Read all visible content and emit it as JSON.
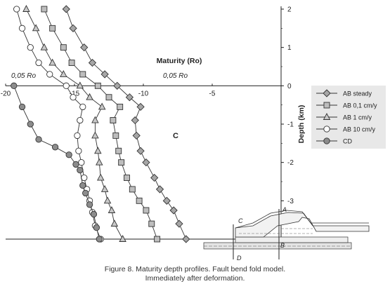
{
  "chart_data": {
    "type": "line",
    "x_axis": {
      "label": "Maturity (Ro)",
      "range": [
        -20,
        0
      ],
      "ticks": [
        "-20",
        "-15",
        "-10",
        "-5"
      ],
      "position": "top"
    },
    "y_axis": {
      "label": "Depth (km)",
      "range": [
        -4,
        2
      ],
      "ticks": [
        "2",
        "1",
        "0",
        "-1",
        "-2",
        "-3"
      ],
      "position": "right"
    },
    "annotations": {
      "left_ro": "0,05 Ro",
      "right_ro": "0,05 Ro",
      "center_label": "C"
    },
    "legend": {
      "placement": "right"
    },
    "series": [
      {
        "name": "AB steady",
        "marker": "diamond",
        "fill": "#a6a6a6",
        "points": [
          [
            -15.6,
            2
          ],
          [
            -15.1,
            1.5
          ],
          [
            -14.3,
            1
          ],
          [
            -13.7,
            0.6
          ],
          [
            -12.8,
            0.3
          ],
          [
            -11.9,
            0
          ],
          [
            -11,
            -0.3
          ],
          [
            -10.2,
            -0.55
          ],
          [
            -10.6,
            -0.9
          ],
          [
            -10.5,
            -1.3
          ],
          [
            -10.2,
            -1.7
          ],
          [
            -9.8,
            -2.0
          ],
          [
            -9.2,
            -2.4
          ],
          [
            -8.8,
            -2.7
          ],
          [
            -8.3,
            -3.0
          ],
          [
            -7.8,
            -3.25
          ],
          [
            -7.4,
            -3.6
          ],
          [
            -6.9,
            -4.0
          ]
        ]
      },
      {
        "name": "AB 0,1 cm/y",
        "marker": "square",
        "fill": "#bdbdbd",
        "points": [
          [
            -17.2,
            2
          ],
          [
            -16.6,
            1.5
          ],
          [
            -15.8,
            1
          ],
          [
            -15.2,
            0.6
          ],
          [
            -14.4,
            0.3
          ],
          [
            -13.3,
            0
          ],
          [
            -12.5,
            -0.3
          ],
          [
            -11.7,
            -0.55
          ],
          [
            -12.2,
            -0.9
          ],
          [
            -12.0,
            -1.3
          ],
          [
            -11.8,
            -1.7
          ],
          [
            -11.6,
            -2.0
          ],
          [
            -11.2,
            -2.4
          ],
          [
            -10.8,
            -2.7
          ],
          [
            -10.3,
            -3.0
          ],
          [
            -9.8,
            -3.25
          ],
          [
            -9.4,
            -3.6
          ],
          [
            -9.0,
            -4.0
          ]
        ]
      },
      {
        "name": "AB 1 cm/y",
        "marker": "triangle",
        "fill": "#c8c8c8",
        "points": [
          [
            -18.5,
            2
          ],
          [
            -17.8,
            1.5
          ],
          [
            -17.2,
            1
          ],
          [
            -16.6,
            0.6
          ],
          [
            -15.8,
            0.3
          ],
          [
            -14.6,
            0
          ],
          [
            -13.9,
            -0.3
          ],
          [
            -13.0,
            -0.55
          ],
          [
            -13.5,
            -0.9
          ],
          [
            -13.5,
            -1.3
          ],
          [
            -13.3,
            -1.7
          ],
          [
            -13.2,
            -2.0
          ],
          [
            -13.1,
            -2.4
          ],
          [
            -12.8,
            -2.7
          ],
          [
            -12.6,
            -3.0
          ],
          [
            -12.3,
            -3.25
          ],
          [
            -12.1,
            -3.6
          ],
          [
            -11.5,
            -4.0
          ]
        ]
      },
      {
        "name": "AB 10 cm/y",
        "marker": "circle",
        "fill": "#ffffff",
        "points": [
          [
            -19.2,
            2
          ],
          [
            -18.8,
            1.5
          ],
          [
            -18.2,
            1
          ],
          [
            -17.6,
            0.6
          ],
          [
            -16.8,
            0.3
          ],
          [
            -15.6,
            0
          ],
          [
            -15.1,
            -0.3
          ],
          [
            -14.4,
            -0.55
          ],
          [
            -14.6,
            -0.9
          ],
          [
            -14.8,
            -1.3
          ],
          [
            -14.7,
            -1.7
          ],
          [
            -14.5,
            -2.0
          ],
          [
            -14.3,
            -2.4
          ],
          [
            -14.1,
            -2.7
          ],
          [
            -13.9,
            -3.0
          ],
          [
            -13.7,
            -3.3
          ],
          [
            -13.5,
            -3.65
          ],
          [
            -13.1,
            -4.0
          ]
        ]
      },
      {
        "name": "CD",
        "marker": "circle",
        "fill": "#8c8c8c",
        "points": [
          [
            -19.4,
            0
          ],
          [
            -18.8,
            -0.55
          ],
          [
            -18.2,
            -1.0
          ],
          [
            -17.6,
            -1.4
          ],
          [
            -16.4,
            -1.6
          ],
          [
            -15.4,
            -1.8
          ],
          [
            -14.9,
            -2.05
          ],
          [
            -14.6,
            -2.2
          ],
          [
            -14.4,
            -2.6
          ],
          [
            -14.2,
            -2.8
          ],
          [
            -13.9,
            -3.1
          ],
          [
            -13.6,
            -3.35
          ],
          [
            -13.4,
            -3.7
          ],
          [
            -13.2,
            -4.0
          ]
        ]
      }
    ]
  },
  "inset": {
    "labels": [
      "A",
      "C",
      "D",
      "B"
    ]
  },
  "caption": {
    "line1": "Figure 8. Maturity depth profiles. Fault bend fold model.",
    "line2": "Immediately after deformation."
  }
}
